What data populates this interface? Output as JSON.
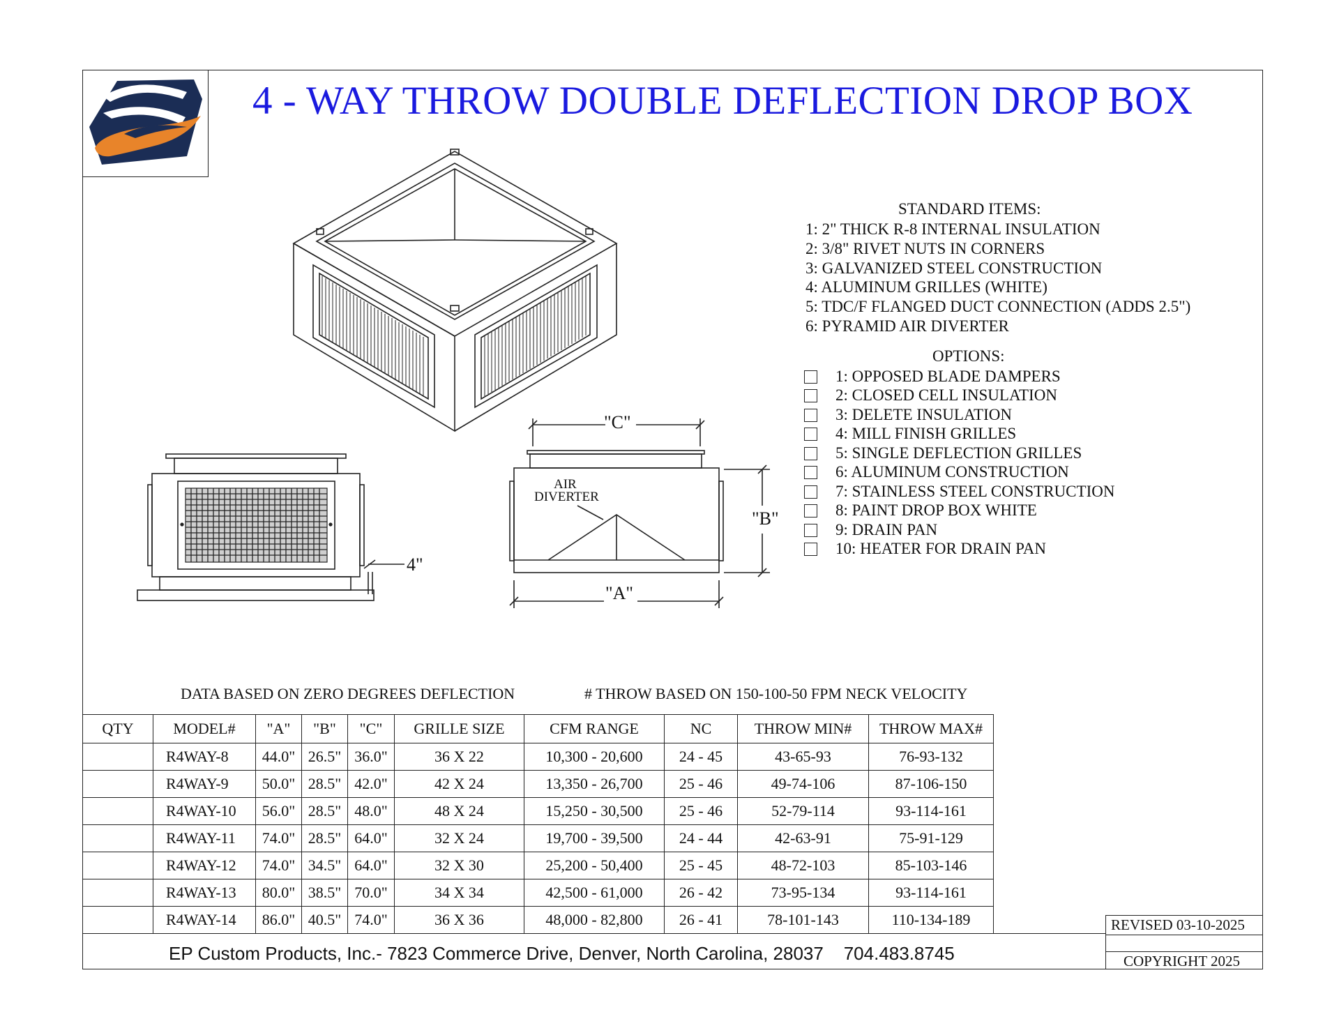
{
  "title": "4 - WAY THROW DOUBLE DEFLECTION DROP BOX",
  "colors": {
    "title": "#1a1adf",
    "logo_navy": "#1b2d55",
    "logo_orange": "#e8842a"
  },
  "logo": {
    "icon": "company-logo-icon"
  },
  "standard_items": {
    "heading": "STANDARD ITEMS:",
    "items": [
      "1: 2\" THICK R-8 INTERNAL INSULATION",
      "2: 3/8\" RIVET NUTS IN CORNERS",
      "3: GALVANIZED STEEL CONSTRUCTION",
      "4: ALUMINUM GRILLES (WHITE)",
      "5: TDC/F FLANGED DUCT CONNECTION (ADDS 2.5\")",
      "6: PYRAMID AIR DIVERTER"
    ]
  },
  "options": {
    "heading": "OPTIONS:",
    "items": [
      "1: OPPOSED BLADE DAMPERS",
      "2: CLOSED CELL INSULATION",
      "3: DELETE INSULATION",
      "4: MILL FINISH GRILLES",
      "5: SINGLE DEFLECTION GRILLES",
      "6: ALUMINUM CONSTRUCTION",
      "7: STAINLESS STEEL CONSTRUCTION",
      "8: PAINT DROP BOX WHITE",
      "9: DRAIN PAN",
      "10: HEATER FOR DRAIN PAN"
    ]
  },
  "drawing_labels": {
    "dim_c": "\"C\"",
    "dim_b": "\"B\"",
    "dim_a": "\"A\"",
    "dim_4": "4\"",
    "air_diverter_1": "AIR",
    "air_diverter_2": "DIVERTER"
  },
  "notes": {
    "deflection": "DATA BASED ON ZERO DEGREES DEFLECTION",
    "throw": "# THROW BASED ON 150-100-50 FPM NECK VELOCITY"
  },
  "table": {
    "headers": [
      "QTY",
      "MODEL#",
      "\"A\"",
      "\"B\"",
      "\"C\"",
      "GRILLE SIZE",
      "CFM RANGE",
      "NC",
      "THROW MIN#",
      "THROW MAX#"
    ],
    "rows": [
      [
        "",
        "R4WAY-8",
        "44.0\"",
        "26.5\"",
        "36.0\"",
        "36 X 22",
        "10,300 - 20,600",
        "24 - 45",
        "43-65-93",
        "76-93-132"
      ],
      [
        "",
        "R4WAY-9",
        "50.0\"",
        "28.5\"",
        "42.0\"",
        "42 X 24",
        "13,350 - 26,700",
        "25 - 46",
        "49-74-106",
        "87-106-150"
      ],
      [
        "",
        "R4WAY-10",
        "56.0\"",
        "28.5\"",
        "48.0\"",
        "48 X 24",
        "15,250 - 30,500",
        "25 - 46",
        "52-79-114",
        "93-114-161"
      ],
      [
        "",
        "R4WAY-11",
        "74.0\"",
        "28.5\"",
        "64.0\"",
        "32 X 24",
        "19,700 - 39,500",
        "24 - 44",
        "42-63-91",
        "75-91-129"
      ],
      [
        "",
        "R4WAY-12",
        "74.0\"",
        "34.5\"",
        "64.0\"",
        "32 X 30",
        "25,200 - 50,400",
        "25 - 45",
        "48-72-103",
        "85-103-146"
      ],
      [
        "",
        "R4WAY-13",
        "80.0\"",
        "38.5\"",
        "70.0\"",
        "34 X 34",
        "42,500 - 61,000",
        "26 - 42",
        "73-95-134",
        "93-114-161"
      ],
      [
        "",
        "R4WAY-14",
        "86.0\"",
        "40.5\"",
        "74.0\"",
        "36 X 36",
        "48,000 - 82,800",
        "26 - 41",
        "78-101-143",
        "110-134-189"
      ]
    ]
  },
  "footer": {
    "address": "EP Custom Products, Inc.- 7823 Commerce Drive, Denver, North Carolina, 28037    704.483.8745",
    "revised": "REVISED 03-10-2025",
    "copyright": "COPYRIGHT 2025"
  }
}
